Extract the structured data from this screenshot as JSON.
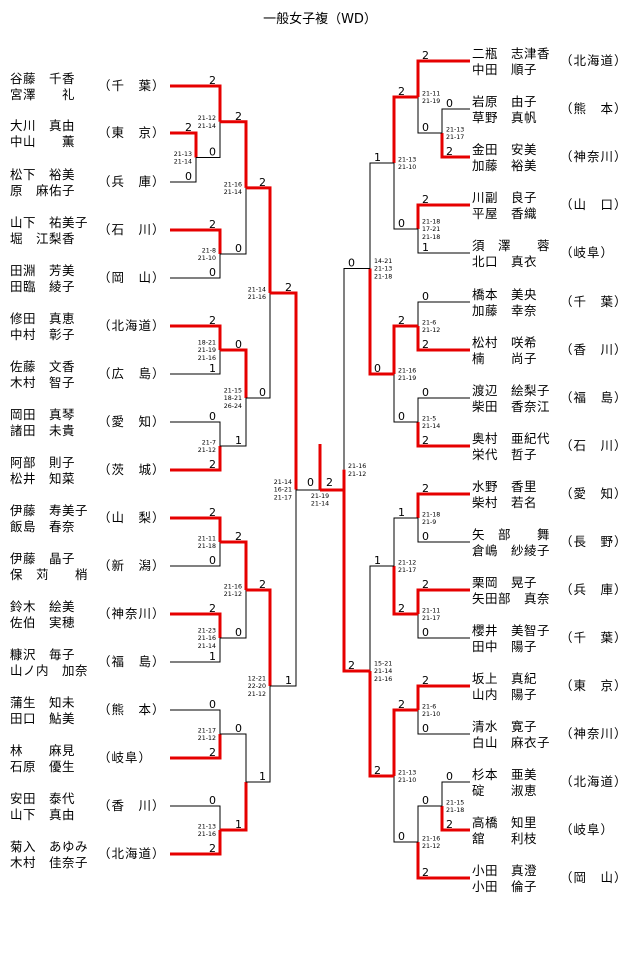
{
  "title": "一般女子複（WD）",
  "left": [
    {
      "p1": "谷藤　千香",
      "p2": "宮澤　　礼",
      "pref": "（千　葉）"
    },
    {
      "p1": "大川　真由",
      "p2": "中山　　薫",
      "pref": "（東　京）"
    },
    {
      "p1": "松下　裕美",
      "p2": "原　麻佑子",
      "pref": "（兵　庫）"
    },
    {
      "p1": "山下　祐美子",
      "p2": "堀　江梨香",
      "pref": "（石　川）"
    },
    {
      "p1": "田淵　芳美",
      "p2": "田臨　綾子",
      "pref": "（岡　山）"
    },
    {
      "p1": "修田　真恵",
      "p2": "中村　彰子",
      "pref": "（北海道）"
    },
    {
      "p1": "佐藤　文香",
      "p2": "木村　智子",
      "pref": "（広　島）"
    },
    {
      "p1": "岡田　真琴",
      "p2": "諸田　未貴",
      "pref": "（愛　知）"
    },
    {
      "p1": "阿部　則子",
      "p2": "松井　知菜",
      "pref": "（茨　城）"
    },
    {
      "p1": "伊藤　寿美子",
      "p2": "飯島　春奈",
      "pref": "（山　梨）"
    },
    {
      "p1": "伊藤　晶子",
      "p2": "保　苅　　梢",
      "pref": "（新　潟）"
    },
    {
      "p1": "鈴木　絵美",
      "p2": "佐伯　実穂",
      "pref": "（神奈川）"
    },
    {
      "p1": "糠沢　毎子",
      "p2": "山ノ内　加奈",
      "pref": "（福　島）"
    },
    {
      "p1": "蒲生　知未",
      "p2": "田口　鮎美",
      "pref": "（熊　本）"
    },
    {
      "p1": "林　　麻見",
      "p2": "石原　優生",
      "pref": "（岐阜）"
    },
    {
      "p1": "安田　泰代",
      "p2": "山下　真由",
      "pref": "（香　川）"
    },
    {
      "p1": "菊入　あゆみ",
      "p2": "木村　佳奈子",
      "pref": "（北海道）"
    }
  ],
  "right": [
    {
      "p1": "二瓶　志津香",
      "p2": "中田　順子",
      "pref": "（北海道）"
    },
    {
      "p1": "岩原　由子",
      "p2": "草野　真帆",
      "pref": "（熊　本）"
    },
    {
      "p1": "金田　安美",
      "p2": "加藤　裕美",
      "pref": "（神奈川）"
    },
    {
      "p1": "川副　良子",
      "p2": "平屋　香織",
      "pref": "（山　口）"
    },
    {
      "p1": "須　澤　　蓉",
      "p2": "北口　真衣",
      "pref": "（岐阜）"
    },
    {
      "p1": "橋本　美央",
      "p2": "加藤　幸奈",
      "pref": "（千　葉）"
    },
    {
      "p1": "松村　咲希",
      "p2": "楠　　尚子",
      "pref": "（香　川）"
    },
    {
      "p1": "渡辺　絵梨子",
      "p2": "柴田　香奈江",
      "pref": "（福　島）"
    },
    {
      "p1": "奥村　亜紀代",
      "p2": "栄代　哲子",
      "pref": "（石　川）"
    },
    {
      "p1": "水野　香里",
      "p2": "柴村　若名",
      "pref": "（愛　知）"
    },
    {
      "p1": "矢　部　　舞",
      "p2": "倉嶋　紗綾子",
      "pref": "（長　野）"
    },
    {
      "p1": "栗岡　晃子",
      "p2": "矢田部　真奈",
      "pref": "（兵　庫）"
    },
    {
      "p1": "櫻井　美智子",
      "p2": "田中　陽子",
      "pref": "（千　葉）"
    },
    {
      "p1": "坂上　真紀",
      "p2": "山内　陽子",
      "pref": "（東　京）"
    },
    {
      "p1": "清水　寛子",
      "p2": "白山　麻衣子",
      "pref": "（神奈川）"
    },
    {
      "p1": "杉本　亜美",
      "p2": "碇　　淑恵",
      "pref": "（北海道）"
    },
    {
      "p1": "高橋　知里",
      "p2": "舘　　利枝",
      "pref": "（岐阜）"
    },
    {
      "p1": "小田　真澄",
      "p2": "小田　倫子",
      "pref": "（岡　山）"
    }
  ],
  "scores": {
    "l_r1a": [
      "2",
      "0"
    ],
    "l_r1a_set": "21-13\n21-14",
    "l_r2a": [
      "2",
      "0"
    ],
    "l_r2a_set": "21-12\n21-14",
    "l_r2b": [
      "2",
      "0"
    ],
    "l_r2b_set": "21-8\n21-10",
    "l_r2c": [
      "2",
      "1"
    ],
    "l_r2c_set": "18-21\n21-19\n21-16",
    "l_r2d": [
      "0",
      "2"
    ],
    "l_r2d_set": "21-7\n21-12",
    "l_r2e": [
      "2",
      "0"
    ],
    "l_r2e_set": "21-11\n21-18",
    "l_r2f": [
      "2",
      "1"
    ],
    "l_r2f_set": "21-23\n21-16\n21-14",
    "l_r2g": [
      "0",
      "2"
    ],
    "l_r2g_set": "21-17\n21-12",
    "l_r2h": [
      "0",
      "2"
    ],
    "l_r2h_set": "21-13\n21-16",
    "l_r3a": [
      "2",
      "0"
    ],
    "l_r3a_set": "21-16\n21-14",
    "l_r3b": [
      "0",
      "1"
    ],
    "l_r3b_set": "21-15\n18-21\n26-24",
    "l_r3c": [
      "2",
      "0"
    ],
    "l_r3c_set": "21-16\n21-12",
    "l_r3d": [
      "0",
      "1"
    ],
    "l_r3d_set": "",
    "l_r4a": [
      "2",
      "0"
    ],
    "l_r4a_set": "21-14\n21-16",
    "l_r4b": [
      "2",
      "1"
    ],
    "l_r4b_set": "12-21\n22-20\n21-12",
    "l_sf": [
      "2",
      "1"
    ],
    "l_sf_set": "21-14\n16-21\n21-17",
    "final": [
      "0",
      "2"
    ],
    "final_set": "21-19\n21-14",
    "r_sf": [
      "0",
      "2"
    ],
    "r_sf_set": "21-16\n21-12",
    "r_r1a": [
      "0",
      "2"
    ],
    "r_r1a_set": "21-13\n21-17",
    "r_r2a": [
      "2",
      "0"
    ],
    "r_r2a_set": "21-11\n21-19",
    "r_r2b": [
      "2",
      "1"
    ],
    "r_r2b_set": "21-18\n17-21\n21-18",
    "r_r2c": [
      "0",
      "2"
    ],
    "r_r2c_set": "21-6\n21-12",
    "r_r2d": [
      "0",
      "2"
    ],
    "r_r2d_set": "21-5\n21-14",
    "r_r2e": [
      "2",
      "0"
    ],
    "r_r2e_set": "21-18\n21-9",
    "r_r2f": [
      "2",
      "0"
    ],
    "r_r2f_set": "21-11\n21-17",
    "r_r2g": [
      "2",
      "0"
    ],
    "r_r2g_set": "21-6\n21-10",
    "r_r1b": [
      "0",
      "2"
    ],
    "r_r1b_set": "21-15\n21-18",
    "r_r2h": [
      "0",
      "2"
    ],
    "r_r2h_set": "21-16\n21-12",
    "r_r3a": [
      "2",
      "0"
    ],
    "r_r3a_set": "21-13\n21-10",
    "r_r3b": [
      "2",
      "0"
    ],
    "r_r3b_set": "21-16\n21-19",
    "r_r3c": [
      "1",
      "2"
    ],
    "r_r3c_set": "21-12\n21-17",
    "r_r3d": [
      "2",
      "0"
    ],
    "r_r3d_set": "21-13\n21-10",
    "r_r4a": [
      "1",
      "0"
    ],
    "r_r4a_set": "14-21\n21-13\n21-18",
    "r_r4b": [
      "1",
      "2"
    ],
    "r_r4b_set": "15-21\n21-14\n21-16"
  },
  "colors": {
    "win": "#e60000",
    "line": "#000000"
  }
}
